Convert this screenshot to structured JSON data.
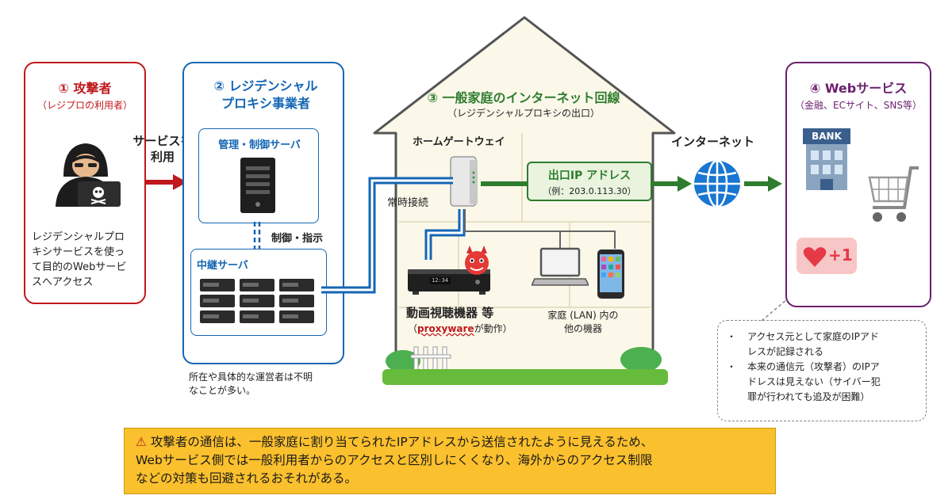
{
  "attacker": {
    "title": "① 攻撃者",
    "subtitle": "（レジプロの利用者）",
    "desc": [
      "レジデンシャルプロ",
      "キシサービスを使っ",
      "て目的のWebサービ",
      "スへアクセス"
    ]
  },
  "arrow_use": [
    "サービスを",
    "利用"
  ],
  "provider": {
    "title_lines": [
      "② レジデンシャル",
      "プロキシ事業者"
    ],
    "control_server": "管理・制御サーバ",
    "control_label": "制御・指示",
    "relay_server": "中継サーバ",
    "note": [
      "所在や具体的な運営者は不明",
      "なことが多い。"
    ]
  },
  "home": {
    "title": "③ 一般家庭のインターネット回線",
    "subtitle": "（レジデンシャルプロキシの出口）",
    "gateway": "ホームゲートウェイ",
    "always_on": "常時接続",
    "exit_ip_title": "出口IP アドレス",
    "exit_ip_example": "（例：203.0.113.30）",
    "device_title": "動画視聴機器 等",
    "proxyware_name": "proxyware",
    "proxyware_suffix": "が動作）",
    "paren_open": "（",
    "lan_devices": [
      "家庭 (LAN) 内の",
      "他の機器"
    ],
    "box_time": "12:34"
  },
  "internet_label": "インターネット",
  "webservice": {
    "title": "④ Webサービス",
    "subtitle": "（金融、ECサイト、SNS等）",
    "bank_label": "BANK",
    "like_label": "+1"
  },
  "callout": {
    "bullet": "・",
    "items": [
      [
        "アクセス元として家庭のIPアド",
        "レスが記録される"
      ],
      [
        "本来の通信元（攻撃者）のIPア",
        "ドレスは見えない（サイバー犯",
        "罪が行われても追及が困難）"
      ]
    ]
  },
  "warning": {
    "icon": "⚠",
    "lines": [
      "攻撃者の通信は、一般家庭に割り当てられたIPアドレスから送信されたように見えるため、",
      "Webサービス側では一般利用者からのアクセスと区別しにくくなり、海外からのアクセス制限",
      "などの対策も回避されるおそれがある。"
    ]
  },
  "colors": {
    "attacker": "#c0181c",
    "provider": "#1466b4",
    "home": "#2e7d2e",
    "webservice": "#6b1f6e",
    "warning_bg": "#fbc02d",
    "house_bg": "#fbf8ea"
  }
}
